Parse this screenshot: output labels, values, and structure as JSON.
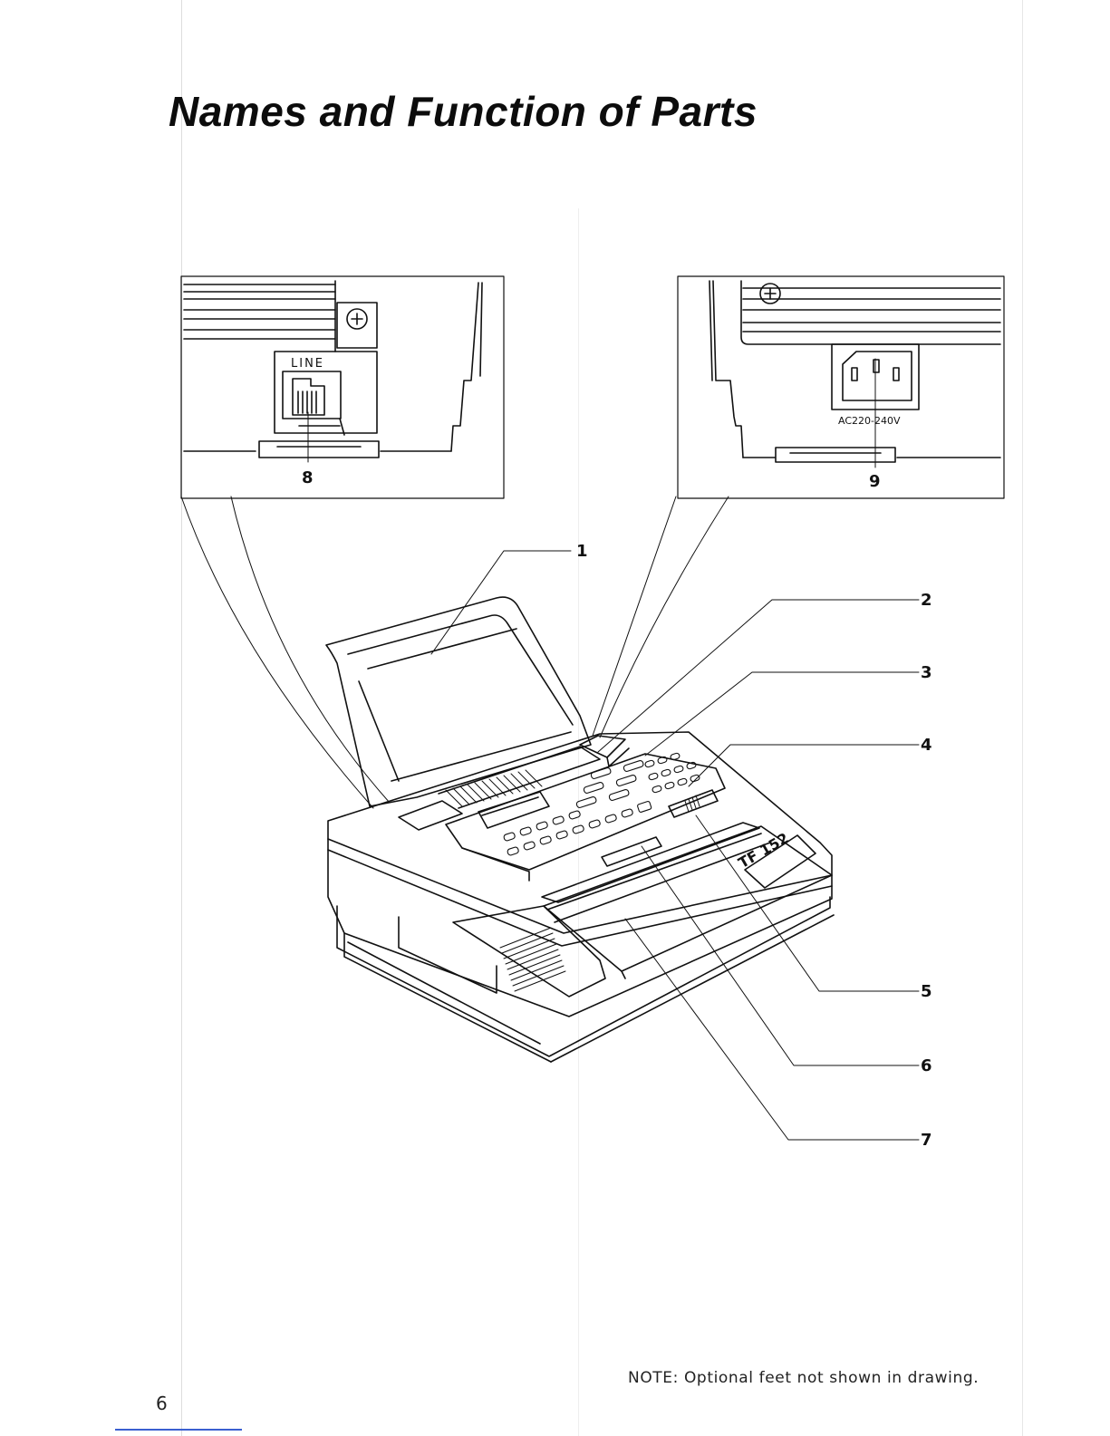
{
  "page": {
    "title": "Names and Function of Parts",
    "note": "NOTE:  Optional feet not shown in drawing.",
    "page_number": "6"
  },
  "figure": {
    "port_line_label": "LINE",
    "port_ac_label": "AC220-240V",
    "model_badge": "TF 152",
    "callouts": [
      "1",
      "2",
      "3",
      "4",
      "5",
      "6",
      "7",
      "8",
      "9"
    ]
  }
}
